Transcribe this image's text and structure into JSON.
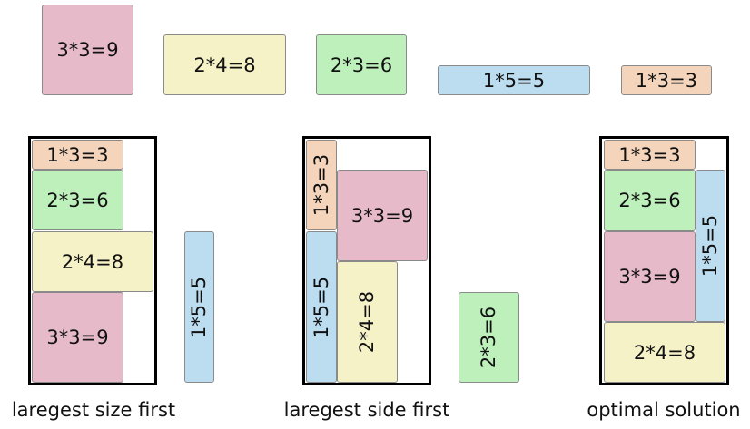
{
  "items": {
    "a": "3*3=9",
    "b": "2*4=8",
    "c": "2*3=6",
    "d": "1*5=5",
    "e": "1*3=3"
  },
  "captions": {
    "left": "laregest size first",
    "middle": "laregest side first",
    "right": "optimal solution"
  },
  "colors": {
    "pink": "#e6bac8",
    "yellow": "#f6f2c8",
    "green": "#bdf0bb",
    "blue": "#bcdcf0",
    "orange": "#f4d5bc"
  }
}
